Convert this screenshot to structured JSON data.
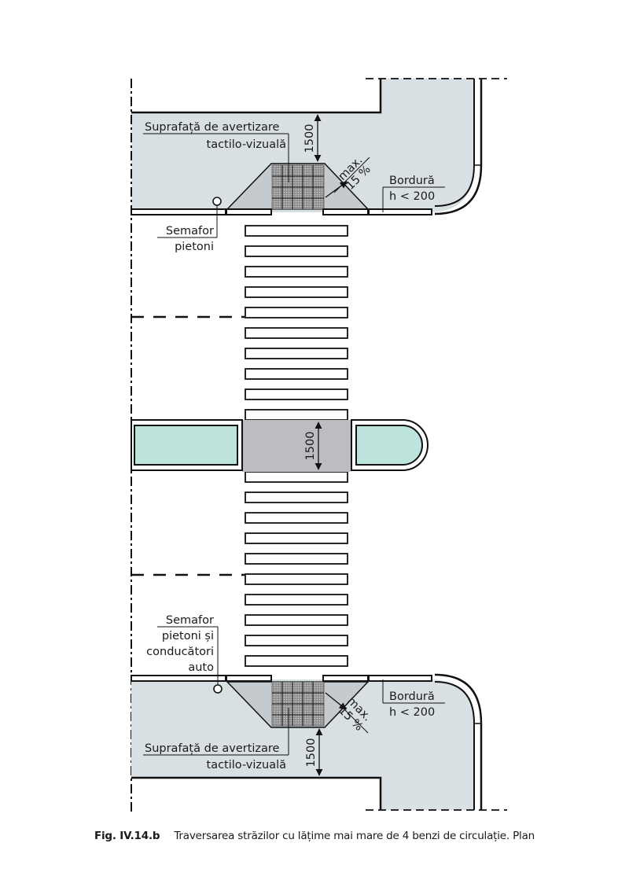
{
  "figure": {
    "caption_number": "Fig. IV.14.b",
    "caption_text": "Traversarea străzilor cu lățime mai mare de 4 benzi de circulație. Plan"
  },
  "labels": {
    "top_tactile_line1": "Suprafață de avertizare",
    "top_tactile_line2": "tactilo-vizuală",
    "top_dimension": "1500",
    "top_slope_line1": "max.",
    "top_slope_line2": "15 %",
    "top_curb_line1": "Bordură",
    "top_curb_line2": "h < 200",
    "top_signal_line1": "Semafor",
    "top_signal_line2": "pietoni",
    "island_dimension": "1500",
    "bottom_signal_line1": "Semafor",
    "bottom_signal_line2": "pietoni și",
    "bottom_signal_line3": "conducători",
    "bottom_signal_line4": "auto",
    "bottom_curb_line1": "Bordură",
    "bottom_curb_line2": "h < 200",
    "bottom_slope_line1": "max.",
    "bottom_slope_line2": "15 %",
    "bottom_tactile_line1": "Suprafață de avertizare",
    "bottom_tactile_line2": "tactilo-vizuală",
    "bottom_dimension": "1500"
  },
  "colors": {
    "sidewalk": "#d9e0e4",
    "ramp": "#c5cace",
    "island_crossing": "#bcbdc0",
    "median_green": "#bde4dc",
    "tactile": "#8a8a8a",
    "line": "#111111"
  },
  "crosswalk": {
    "upper_stripe_count": 10,
    "lower_stripe_count": 10
  }
}
